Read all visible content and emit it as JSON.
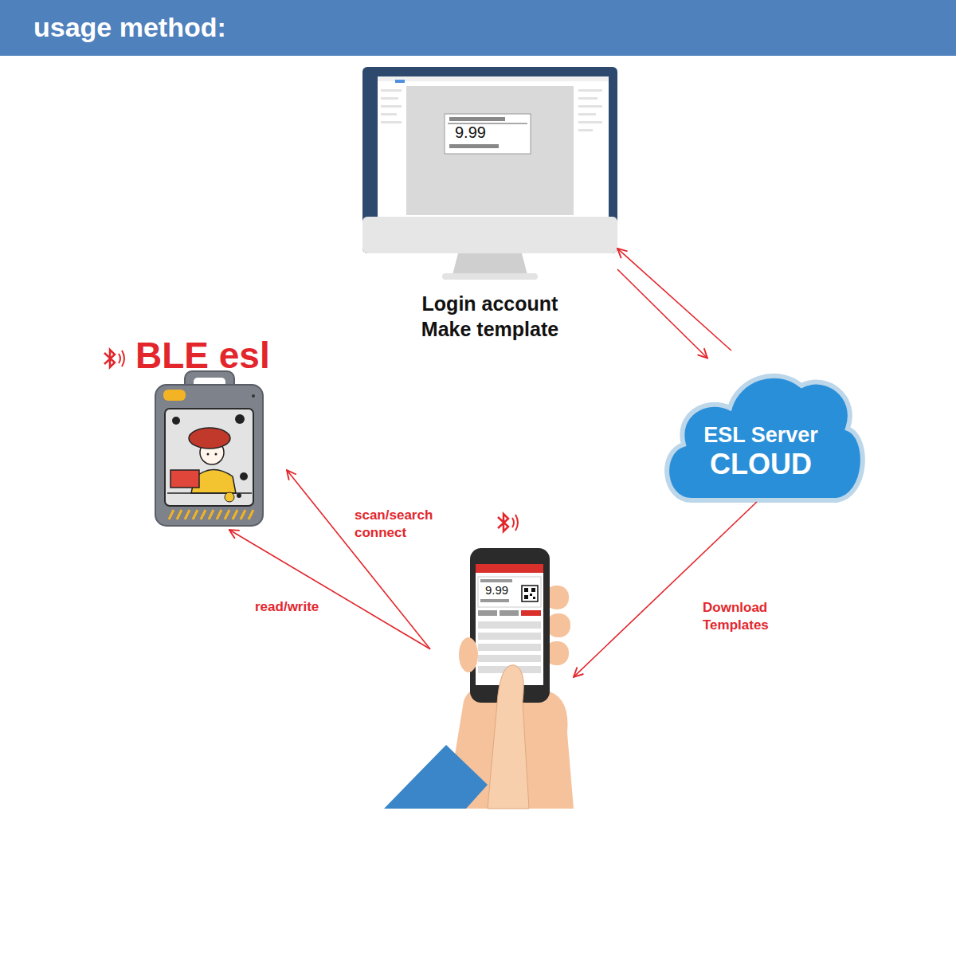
{
  "diagram": {
    "title": "usage method:",
    "nodes": [
      {
        "text": [
          "9.99",
          "Login account Make template"
        ]
      },
      {
        "text": [
          "ESL Server",
          "CLOUD"
        ]
      },
      {
        "text": [
          "9.99"
        ]
      },
      {
        "text": [
          "BLE esl"
        ]
      }
    ],
    "edges": [
      {
        "from": 1,
        "to": 0,
        "arrow": "to"
      },
      {
        "from": 0,
        "to": 1,
        "arrow": "to"
      },
      {
        "from": 1,
        "to": 2,
        "label": "Download Templates",
        "arrow": "to"
      },
      {
        "from": 2,
        "to": 3,
        "label": "scan/search connect",
        "arrow": "to"
      },
      {
        "from": 2,
        "to": 3,
        "label": "read/write",
        "arrow": "to"
      }
    ]
  }
}
